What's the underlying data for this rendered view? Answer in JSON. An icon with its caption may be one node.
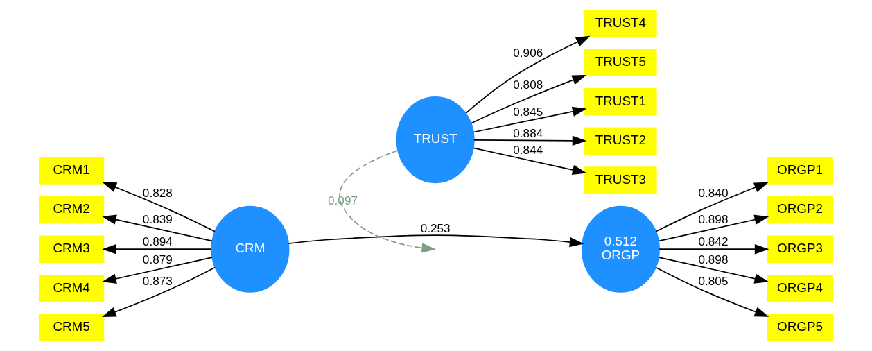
{
  "diagram": {
    "nodes": [
      {
        "text": [
          "CRM"
        ]
      },
      {
        "text": [
          "CRM1"
        ]
      },
      {
        "text": [
          "CRM2"
        ]
      },
      {
        "text": [
          "CRM3"
        ]
      },
      {
        "text": [
          "CRM4"
        ]
      },
      {
        "text": [
          "CRM5"
        ]
      },
      {
        "text": [
          "0.512",
          "ORGP"
        ]
      },
      {
        "text": [
          "ORGP1"
        ]
      },
      {
        "text": [
          "ORGP2"
        ]
      },
      {
        "text": [
          "ORGP3"
        ]
      },
      {
        "text": [
          "ORGP4"
        ]
      },
      {
        "text": [
          "ORGP5"
        ]
      },
      {
        "text": [
          "TRUST"
        ]
      },
      {
        "text": [
          "TRUST1"
        ]
      },
      {
        "text": [
          "TRUST2"
        ]
      },
      {
        "text": [
          "TRUST3"
        ]
      },
      {
        "text": [
          "TRUST4"
        ]
      },
      {
        "text": [
          "TRUST5"
        ]
      }
    ],
    "edges": [
      {
        "from": 0,
        "to": 6,
        "arrow": "to",
        "label": "0.253"
      },
      {
        "from": 12,
        "to": null,
        "arrow": "to",
        "label": "0.097",
        "style": "dashed",
        "color": "#7f9f7f"
      },
      {
        "from": 0,
        "to": 1,
        "arrow": "to",
        "label": "0.828"
      },
      {
        "from": 0,
        "to": 2,
        "arrow": "to",
        "label": "0.839"
      },
      {
        "from": 0,
        "to": 3,
        "arrow": "to",
        "label": "0.894"
      },
      {
        "from": 0,
        "to": 4,
        "arrow": "to",
        "label": "0.879"
      },
      {
        "from": 0,
        "to": 5,
        "arrow": "to",
        "label": "0.873"
      },
      {
        "from": 6,
        "to": 7,
        "arrow": "to",
        "label": "0.840"
      },
      {
        "from": 6,
        "to": 8,
        "arrow": "to",
        "label": "0.898"
      },
      {
        "from": 6,
        "to": 9,
        "arrow": "to",
        "label": "0.842"
      },
      {
        "from": 6,
        "to": 10,
        "arrow": "to",
        "label": "0.898"
      },
      {
        "from": 6,
        "to": 11,
        "arrow": "to",
        "label": "0.805"
      },
      {
        "from": 12,
        "to": 13,
        "arrow": "to",
        "label": "0.845"
      },
      {
        "from": 12,
        "to": 14,
        "arrow": "to",
        "label": "0.884"
      },
      {
        "from": 12,
        "to": 15,
        "arrow": "to",
        "label": "0.844"
      },
      {
        "from": 12,
        "to": 16,
        "arrow": "to",
        "label": "0.906"
      },
      {
        "from": 12,
        "to": 17,
        "arrow": "to",
        "label": "0.808"
      }
    ]
  }
}
